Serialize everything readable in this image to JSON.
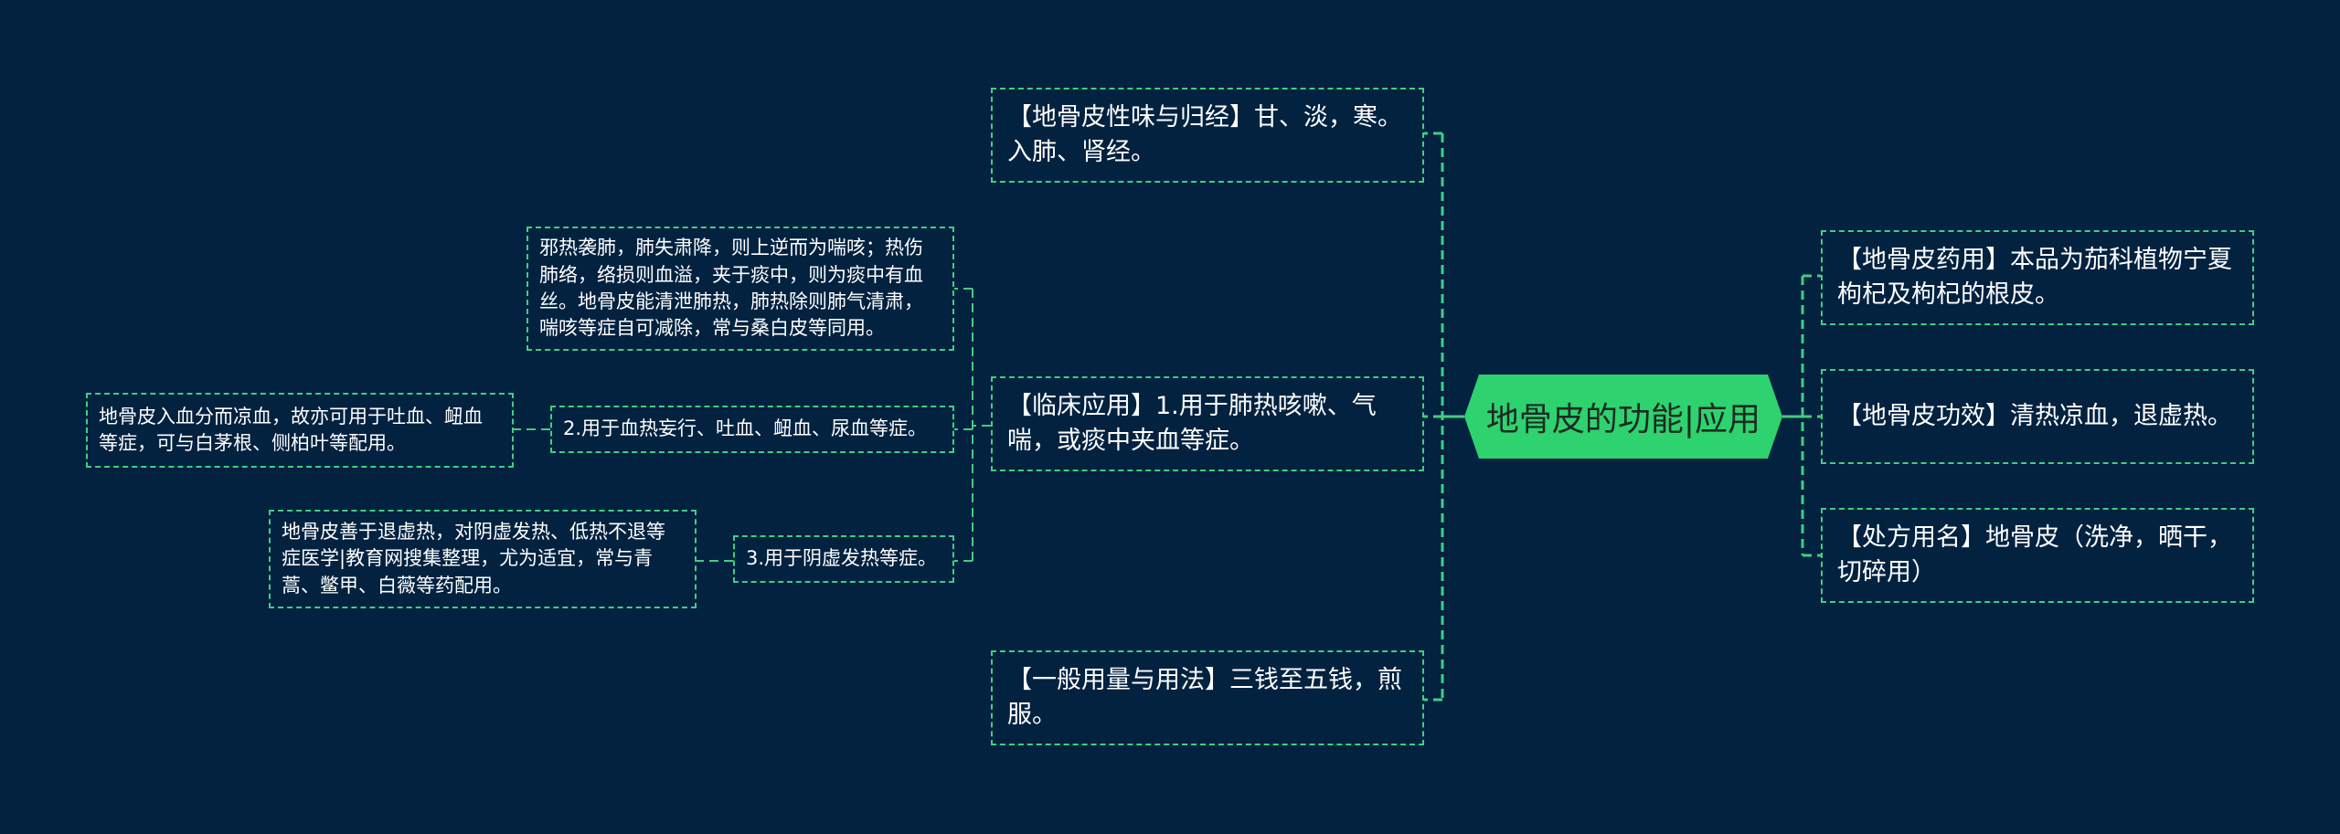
{
  "root": {
    "label": "地骨皮的功能|应用",
    "color": "#2ed26e"
  },
  "colors": {
    "background": "#022240",
    "line": "#3fcf80",
    "text": "#ffffff"
  },
  "left_branches": [
    {
      "id": "taste",
      "label": "【地骨皮性味与归经】甘、淡，寒。入肺、肾经。"
    },
    {
      "id": "clinical",
      "label": "【临床应用】1.用于肺热咳嗽、气喘，或痰中夹血等症。",
      "children": [
        {
          "id": "c1_detail",
          "label": "邪热袭肺，肺失肃降，则上逆而为喘咳；热伤肺络，络损则血溢，夹于痰中，则为痰中有血丝。地骨皮能清泄肺热，肺热除则肺气清肃，喘咳等症自可减除，常与桑白皮等同用。"
        },
        {
          "id": "c2",
          "label": "2.用于血热妄行、吐血、衄血、尿血等症。",
          "children": [
            {
              "id": "c2_detail",
              "label": "地骨皮入血分而凉血，故亦可用于吐血、衄血等症，可与白茅根、侧柏叶等配用。"
            }
          ]
        },
        {
          "id": "c3",
          "label": "3.用于阴虚发热等症。",
          "children": [
            {
              "id": "c3_detail",
              "label": "地骨皮善于退虚热，对阴虚发热、低热不退等症医学|教育网搜集整理，尤为适宜，常与青蒿、鳖甲、白薇等药配用。"
            }
          ]
        }
      ]
    },
    {
      "id": "dosage",
      "label": "【一般用量与用法】三钱至五钱，煎服。"
    }
  ],
  "right_branches": [
    {
      "id": "medicinal",
      "label": "【地骨皮药用】本品为茄科植物宁夏枸杞及枸杞的根皮。"
    },
    {
      "id": "efficacy",
      "label": "【地骨皮功效】清热凉血，退虚热。"
    },
    {
      "id": "prescription",
      "label": "【处方用名】地骨皮（洗净，晒干，切碎用）"
    }
  ]
}
